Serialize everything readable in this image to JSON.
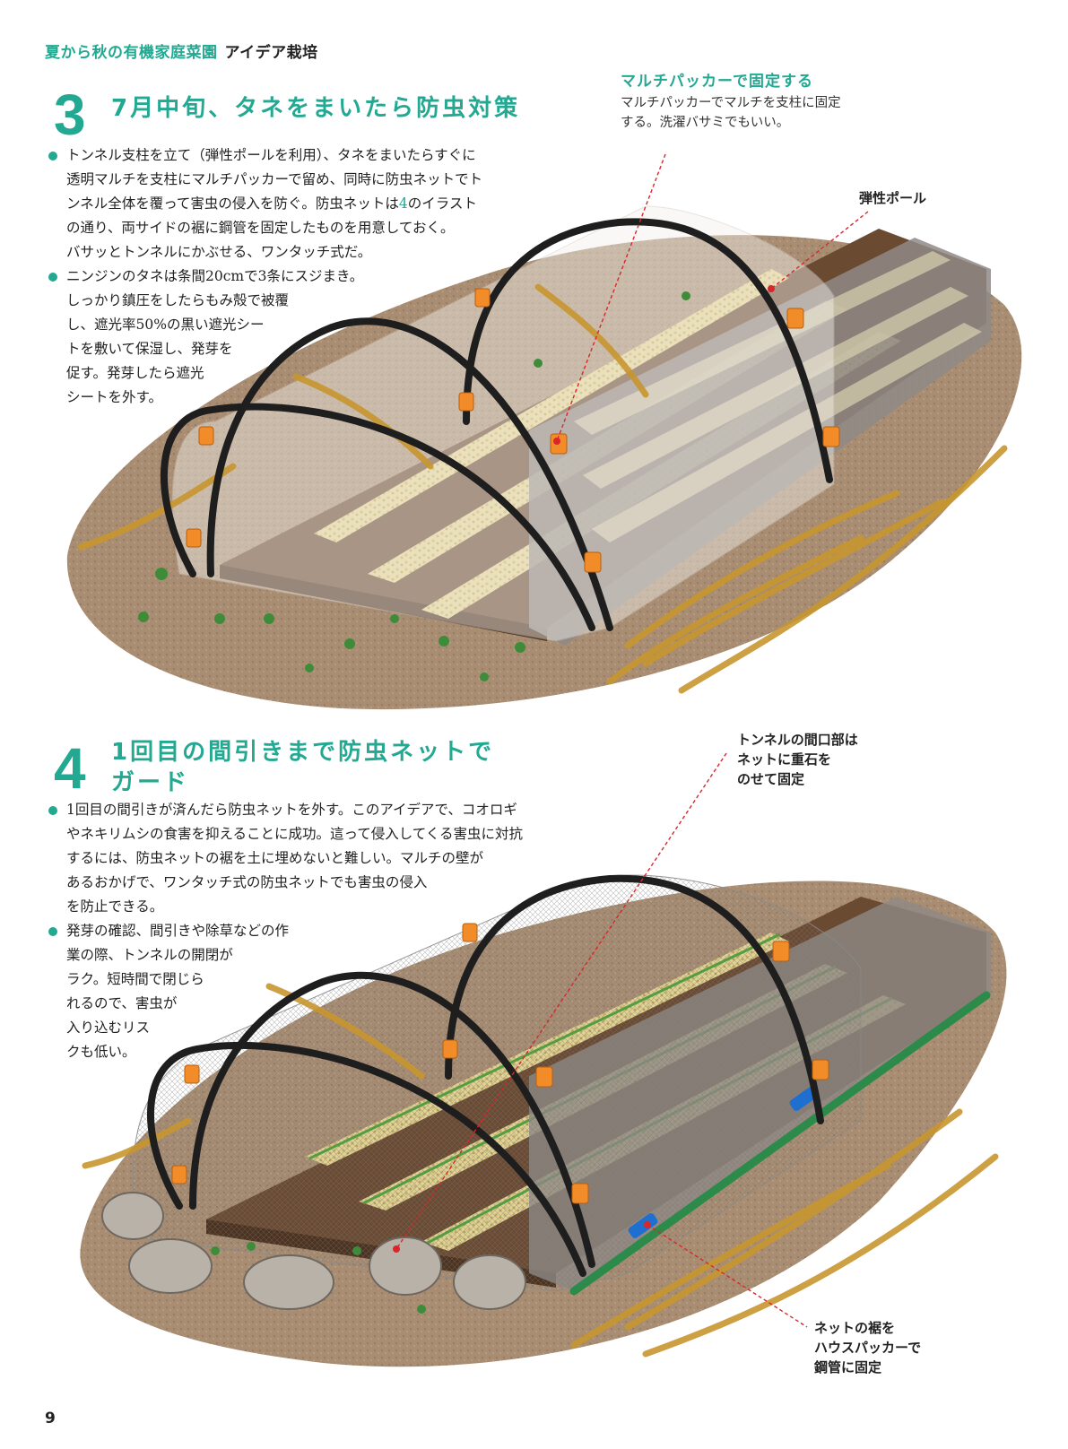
{
  "header": {
    "series": "夏から秋の有機家庭菜園",
    "title": "アイデア栽培"
  },
  "section3": {
    "number": "3",
    "title": "7月中旬、タネをまいたら防虫対策",
    "bullet1": [
      "トンネル支柱を立て（弾性ポールを利用）、タネをまいたらすぐに",
      "透明マルチを支柱にマルチパッカーで留め、同時に防虫ネットでト",
      "ンネル全体を覆って害虫の侵入を防ぐ。防虫ネットは",
      "4",
      "のイラスト",
      "の通り、両サイドの裾に鋼管を固定したものを用意しておく。",
      "バサッとトンネルにかぶせる、ワンタッチ式だ。"
    ],
    "bullet2": [
      "ニンジンのタネは条間20cmで3条にスジまき。",
      "しっかり鎮圧をしたらもみ殻で被覆",
      "し、遮光率50%の黒い遮光シー",
      "トを敷いて保湿し、発芽を",
      "促す。発芽したら遮光",
      "シートを外す。"
    ],
    "callout_packer_title": "マルチパッカーで固定する",
    "callout_packer_text": [
      "マルチパッカーでマルチを支柱に固定",
      "する。洗濯バサミでもいい。"
    ],
    "callout_pole": "弾性ポール"
  },
  "section4": {
    "number": "4",
    "title_line1": "1回目の間引きまで防虫ネットで",
    "title_line2": "ガード",
    "bullet1": [
      "1回目の間引きが済んだら防虫ネットを外す。このアイデアで、コオロギ",
      "やネキリムシの食害を抑えることに成功。這って侵入してくる害虫に対抗",
      "するには、防虫ネットの裾を土に埋めないと難しい。マルチの壁が",
      "あるおかげで、ワンタッチ式の防虫ネットでも害虫の侵入",
      "を防止できる。"
    ],
    "bullet2": [
      "発芽の確認、間引きや除草などの作",
      "業の際、トンネルの開閉が",
      "ラク。短時間で閉じら",
      "れるので、害虫が",
      "入り込むリス",
      "クも低い。"
    ],
    "callout_opening": [
      "トンネルの間口部は",
      "ネットに重石を",
      "のせて固定"
    ],
    "callout_hem": [
      "ネットの裾を",
      "ハウスパッカーで",
      "鋼管に固定"
    ]
  },
  "page_number": "9",
  "colors": {
    "accent": "#23a892",
    "leader": "#d9262b",
    "soil": "#8b6a4f",
    "clip": "#f28c28"
  }
}
